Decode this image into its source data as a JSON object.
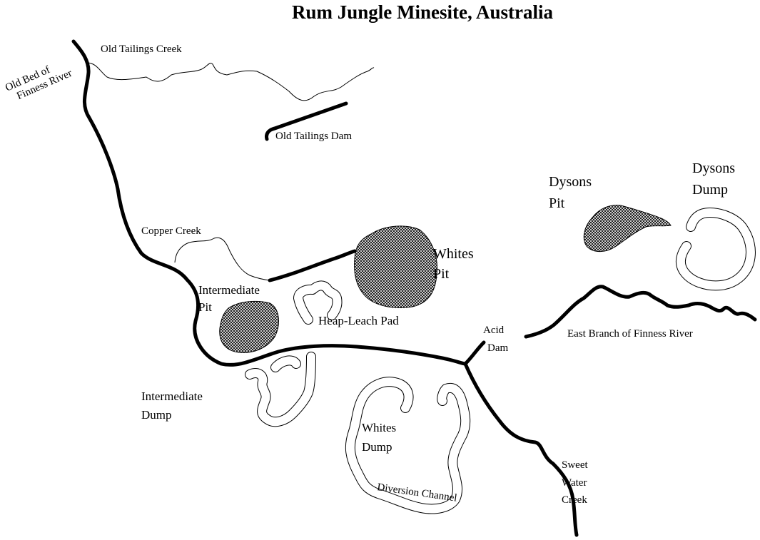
{
  "title": "Rum Jungle Minesite, Australia",
  "labels": {
    "old_bed_line1": "Old Bed of",
    "old_bed_line2": "Finness River",
    "old_tailings_creek": "Old Tailings Creek",
    "old_tailings_dam": "Old Tailings Dam",
    "copper_creek": "Copper Creek",
    "intermediate_pit_line1": "Intermediate",
    "intermediate_pit_line2": "Pit",
    "whites_pit_line1": "Whites",
    "whites_pit_line2": "Pit",
    "heap_leach_pad": "Heap-Leach Pad",
    "acid_dam_line1": "Acid",
    "acid_dam_line2": "Dam",
    "dysons_pit_line1": "Dysons",
    "dysons_pit_line2": "Pit",
    "dysons_dump_line1": "Dysons",
    "dysons_dump_line2": "Dump",
    "east_branch": "East Branch of Finness River",
    "intermediate_dump_line1": "Intermediate",
    "intermediate_dump_line2": "Dump",
    "whites_dump_line1": "Whites",
    "whites_dump_line2": "Dump",
    "diversion_channel": "Diversion Channel",
    "sweet_water_line1": "Sweet",
    "sweet_water_line2": "Water",
    "sweet_water_line3": "Creek"
  }
}
